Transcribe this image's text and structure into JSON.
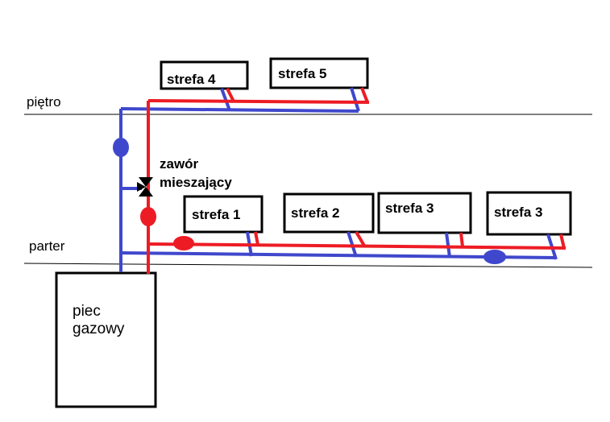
{
  "floors": {
    "upper": "piętro",
    "ground": "parter"
  },
  "valve": {
    "line1": "zawór",
    "line2": "mieszający"
  },
  "boiler": {
    "line1": "piec",
    "line2": "gazowy"
  },
  "zones": {
    "z4": "strefa 4",
    "z5": "strefa 5",
    "z1": "strefa 1",
    "z2": "strefa 2",
    "z3a": "strefa 3",
    "z3b": "strefa 3"
  },
  "colors": {
    "supply": "#ed1c24",
    "return": "#3f48cc",
    "outline": "#000000",
    "floor_line": "#000000",
    "background": "#ffffff"
  }
}
